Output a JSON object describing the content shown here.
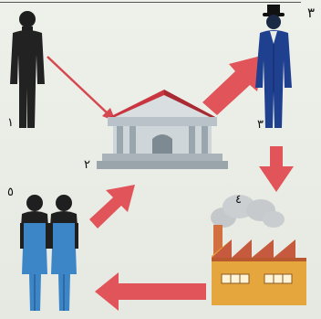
{
  "page_number": "٣",
  "labels": {
    "person_one": "١",
    "bank": "٢",
    "person_three": "٣",
    "factory": "٤",
    "workers": "٥"
  },
  "colors": {
    "arrow": "#e0545a",
    "person_one_body": "#222222",
    "person_three_coat": "#1f3f8f",
    "workers_overalls": "#3c86c8",
    "bank_roof": "#c9363f",
    "bank_walls": "#cfd6da",
    "factory_roof": "#c65a3e",
    "factory_walls": "#e6a63e",
    "smoke": "#c9cdd0"
  }
}
